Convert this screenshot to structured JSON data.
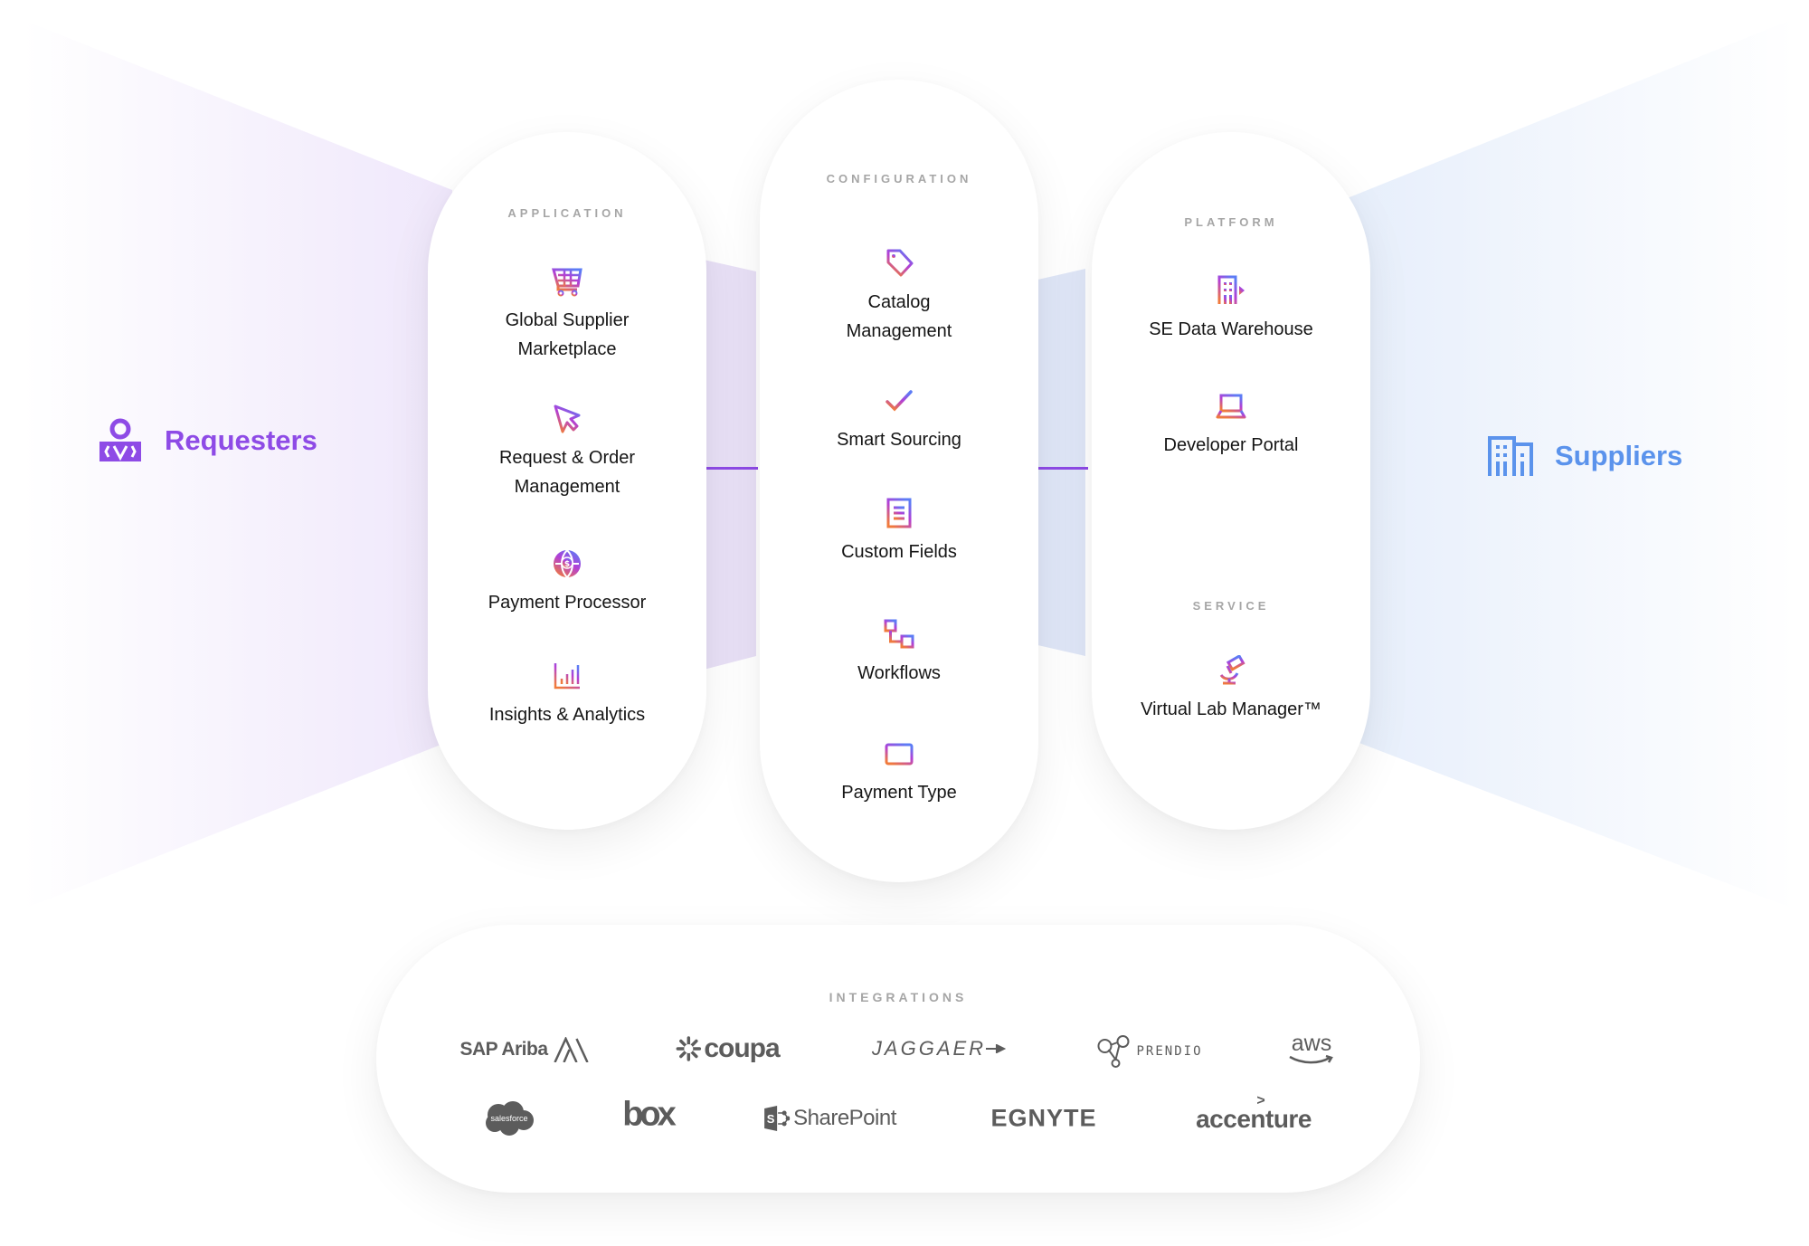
{
  "colors": {
    "requester": "#8e4be6",
    "supplier": "#5b93ec",
    "connector": "#8e4be6",
    "section_label": "#a6a6a6",
    "item_text": "#151515",
    "logo": "#5c5c5c",
    "icon_gradient_top": "#6a6cf2",
    "icon_gradient_mid": "#b23fd6",
    "icon_gradient_bottom": "#f07a3c"
  },
  "actors": {
    "requesters": {
      "label": "Requesters",
      "icon": "person-badge-icon"
    },
    "suppliers": {
      "label": "Suppliers",
      "icon": "buildings-icon"
    }
  },
  "application": {
    "title": "APPLICATION",
    "items": [
      {
        "label": "Global Supplier\nMarketplace",
        "icon": "shopping-cart-icon"
      },
      {
        "label": "Request & Order\nManagement",
        "icon": "cursor-arrow-icon"
      },
      {
        "label": "Payment Processor",
        "icon": "globe-dollar-icon"
      },
      {
        "label": "Insights & Analytics",
        "icon": "bar-chart-icon"
      }
    ]
  },
  "configuration": {
    "title": "CONFIGURATION",
    "items": [
      {
        "label": "Catalog\nManagement",
        "icon": "price-tag-icon"
      },
      {
        "label": "Smart Sourcing",
        "icon": "checkmark-icon"
      },
      {
        "label": "Custom Fields",
        "icon": "document-lines-icon"
      },
      {
        "label": "Workflows",
        "icon": "workflow-nodes-icon"
      },
      {
        "label": "Payment Type",
        "icon": "credit-card-icon"
      }
    ]
  },
  "platform": {
    "title": "PLATFORM",
    "items": [
      {
        "label": "SE Data Warehouse",
        "icon": "building-export-icon"
      },
      {
        "label": "Developer Portal",
        "icon": "laptop-icon"
      }
    ]
  },
  "service": {
    "title": "SERVICE",
    "items": [
      {
        "label": "Virtual Lab Manager™",
        "icon": "microscope-icon"
      }
    ]
  },
  "integrations": {
    "title": "INTEGRATIONS",
    "row1": [
      "SAP Ariba",
      "coupa",
      "JAGGAER",
      "PRENDIO",
      "aws"
    ],
    "row2": [
      "salesforce",
      "box",
      "SharePoint",
      "EGNYTE",
      "accenture"
    ]
  }
}
